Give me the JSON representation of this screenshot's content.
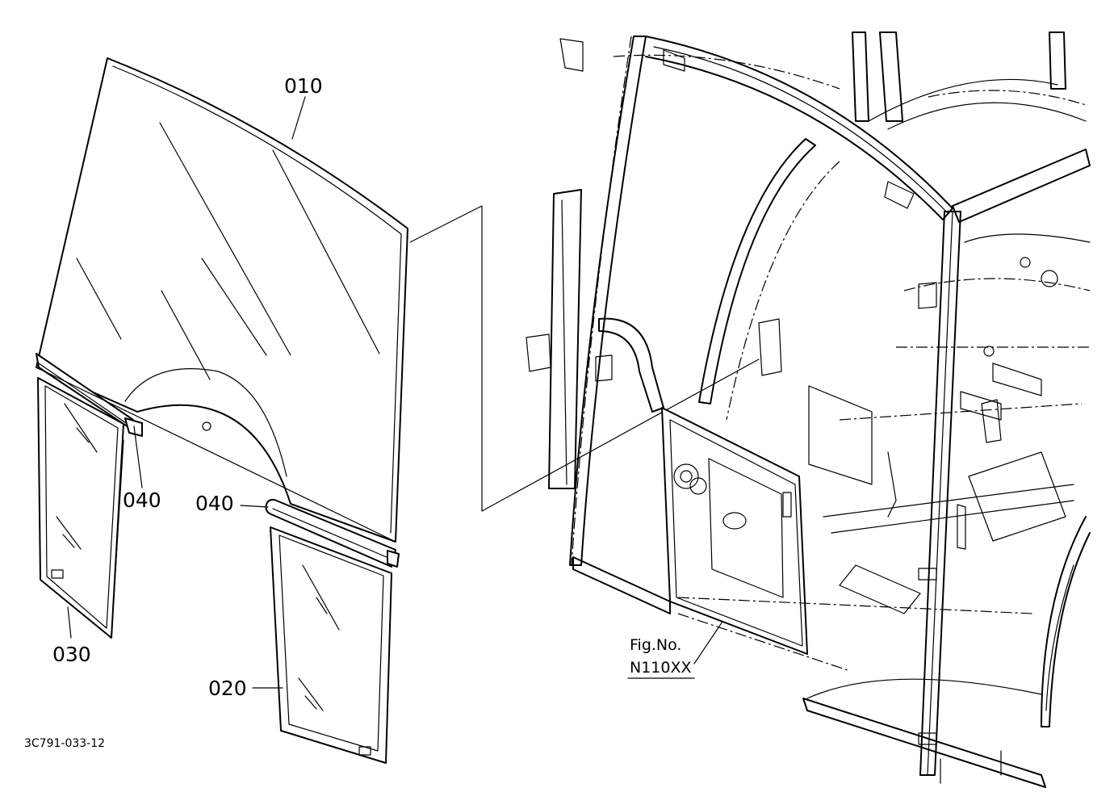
{
  "callouts": {
    "windshield_upper": "010",
    "windshield_lower_right": "020",
    "windshield_lower_left": "030",
    "seal_left": "040",
    "seal_right": "040"
  },
  "reference": {
    "line1": "Fig.No.",
    "line2": "N110XX"
  },
  "drawing_code": "3C791-033-12"
}
